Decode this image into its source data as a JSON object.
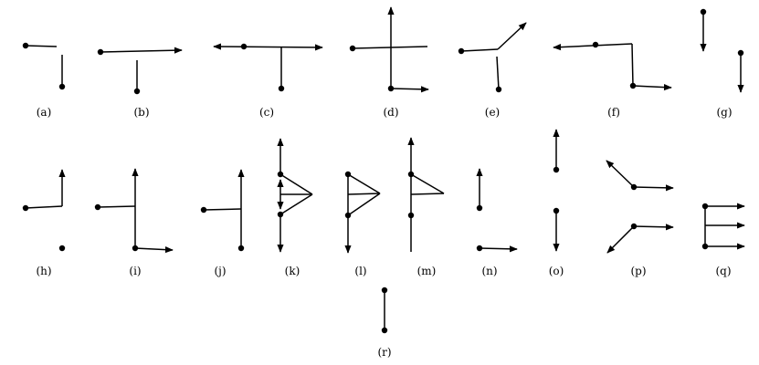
{
  "figure": {
    "panels": [
      {
        "id": "a",
        "label": "(a)",
        "icon": "two-disconnected-segments"
      },
      {
        "id": "b",
        "label": "(b)",
        "icon": "t-junction-arrow-right"
      },
      {
        "id": "c",
        "label": "(c)",
        "icon": "t-junction-double-arrow"
      },
      {
        "id": "d",
        "label": "(d)",
        "icon": "cross-with-corner-arrow"
      },
      {
        "id": "e",
        "label": "(e)",
        "icon": "y-junction-diagonal-arrow"
      },
      {
        "id": "f",
        "label": "(f)",
        "icon": "step-path-two-arrows"
      },
      {
        "id": "g",
        "label": "(g)",
        "icon": "two-down-arrows"
      },
      {
        "id": "h",
        "label": "(h)",
        "icon": "corner-up-arrow-with-dot"
      },
      {
        "id": "i",
        "label": "(i)",
        "icon": "t-junction-up-and-right-arrows"
      },
      {
        "id": "j",
        "label": "(j)",
        "icon": "t-junction-up-arrow"
      },
      {
        "id": "k",
        "label": "(k)",
        "icon": "triangle-with-inner-arrows"
      },
      {
        "id": "l",
        "label": "(l)",
        "icon": "triangle-down-arrow"
      },
      {
        "id": "m",
        "label": "(m)",
        "icon": "triangle-up-arrow"
      },
      {
        "id": "n",
        "label": "(n)",
        "icon": "up-and-right-arrows"
      },
      {
        "id": "o",
        "label": "(o)",
        "icon": "up-and-down-arrows"
      },
      {
        "id": "p",
        "label": "(p)",
        "icon": "diverging-diagonal-arrows"
      },
      {
        "id": "q",
        "label": "(q)",
        "icon": "three-right-arrows"
      },
      {
        "id": "r",
        "label": "(r)",
        "icon": "single-segment"
      }
    ]
  }
}
